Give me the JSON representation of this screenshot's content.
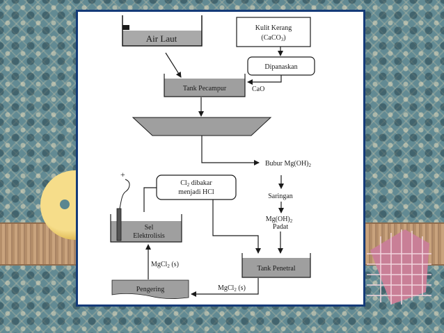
{
  "diagram": {
    "air_laut": "Air Laut",
    "kulit_kerang": "Kulit Kerang",
    "caco3": "(CaCO",
    "caco3_sub": "3",
    "caco3_close": ")",
    "dipanaskan": "Dipanaskan",
    "tank_pecampur": "Tank Pecampur",
    "cao": "CaO",
    "bubur_prefix": "Bubur Mg(OH)",
    "bubur_sub": "2",
    "cl2_prefix": "Cl",
    "cl2_sub": "2",
    "cl2_suffix": " dibakar",
    "menjadi_hcl": "menjadi HCl",
    "saringan": "Saringan",
    "mgoh2_prefix": "Mg(OH)",
    "mgoh2_sub": "2",
    "padat": "Padat",
    "sel": "Sel",
    "elektrolisis": "Elektrolisis",
    "plus_sign": "+",
    "mgcl2_up_prefix": "MgCl",
    "mgcl2_up_sub": "2",
    "mgcl2_up_suffix": " (s)",
    "tank_penetral": "Tank Penetral",
    "pengering": "Pengering",
    "mgcl2_bottom_prefix": "MgCl",
    "mgcl2_bottom_sub": "2",
    "mgcl2_bottom_suffix": " (s)"
  },
  "colors": {
    "frame_border": "#143a78",
    "tank_fill": "#9f9f9f",
    "line": "#1a1a1a",
    "background": "#628a93"
  }
}
